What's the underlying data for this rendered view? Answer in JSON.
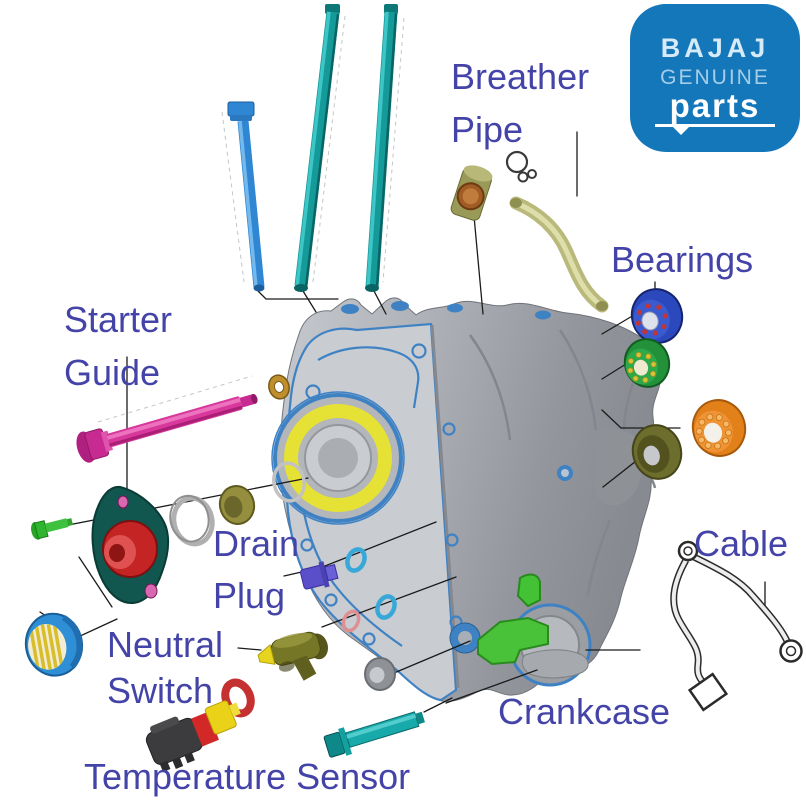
{
  "badge": {
    "brand": "BAJAJ",
    "genuine": "GENUINE",
    "parts": "parts",
    "bg_color": "#1377ba",
    "text_color": "#ffffff",
    "secondary_text_color": "#a5cde8"
  },
  "labels": {
    "color": "#4444a8",
    "breather_pipe_line1": "Breather",
    "breather_pipe_line2": "Pipe",
    "bearings": "Bearings",
    "starter_guide_line1": "Starter",
    "starter_guide_line2": "Guide",
    "drain_plug_line1": "Drain",
    "drain_plug_line2": "Plug",
    "neutral_switch_line1": "Neutral",
    "neutral_switch_line2": "Switch",
    "temperature_sensor": "Temperature Sensor",
    "crankcase": "Crankcase",
    "cable": "Cable"
  },
  "diagram": {
    "parts": [
      {
        "name": "cylinder-stud-left",
        "color": "#159a9a"
      },
      {
        "name": "cylinder-stud-right",
        "color": "#159a9a"
      },
      {
        "name": "flange-bolt-blue",
        "color": "#2f87d3"
      },
      {
        "name": "breather-fitting",
        "color": "#9a9a58"
      },
      {
        "name": "circlip-sketch",
        "color": "#3a3a3a"
      },
      {
        "name": "breather-pipe",
        "color": "#b9b97c"
      },
      {
        "name": "ball-bearing-blue",
        "color": "#2b49bd"
      },
      {
        "name": "ball-bearing-green",
        "color": "#23913a"
      },
      {
        "name": "oil-seal-olive",
        "color": "#6d6d2d"
      },
      {
        "name": "roller-bearing-orange",
        "color": "#e2811a"
      },
      {
        "name": "starter-guide-shaft",
        "color": "#d8379c"
      },
      {
        "name": "washer-brass",
        "color": "#bf8f2e"
      },
      {
        "name": "bolt-green",
        "color": "#2fb52f"
      },
      {
        "name": "starter-guide-housing",
        "color": "#11574f"
      },
      {
        "name": "housing-boss-red",
        "color": "#c42424"
      },
      {
        "name": "wave-circlip-silver",
        "color": "#b0b0b0"
      },
      {
        "name": "bush-olive",
        "color": "#948e3e"
      },
      {
        "name": "o-ring-white",
        "color": "#c2c2c2"
      },
      {
        "name": "drain-plug",
        "color": "#5a4fc8"
      },
      {
        "name": "o-ring-blue-upper",
        "color": "#38a8d8"
      },
      {
        "name": "o-ring-blue-lower",
        "color": "#38a8d8"
      },
      {
        "name": "o-ring-pink",
        "color": "#df8f8f"
      },
      {
        "name": "o-ring-red",
        "color": "#c53030"
      },
      {
        "name": "neutral-switch",
        "color": "#767627"
      },
      {
        "name": "spacer-ring-gray",
        "color": "#8e9196"
      },
      {
        "name": "needle-bearing-blue",
        "color": "#2e8fd6"
      },
      {
        "name": "temperature-sensor",
        "color": "#3c3c3e"
      },
      {
        "name": "mount-bolt-teal",
        "color": "#18aaaa"
      },
      {
        "name": "cable",
        "color": "#2b2b2b"
      },
      {
        "name": "crankcase-body",
        "color": "#a9acb2"
      },
      {
        "name": "crankcase-gasket-accent",
        "color": "#3f82c4"
      },
      {
        "name": "crankcase-bore-ring-yellow",
        "color": "#e6e135"
      },
      {
        "name": "crankcase-bracket-green",
        "color": "#49c23a"
      }
    ]
  }
}
